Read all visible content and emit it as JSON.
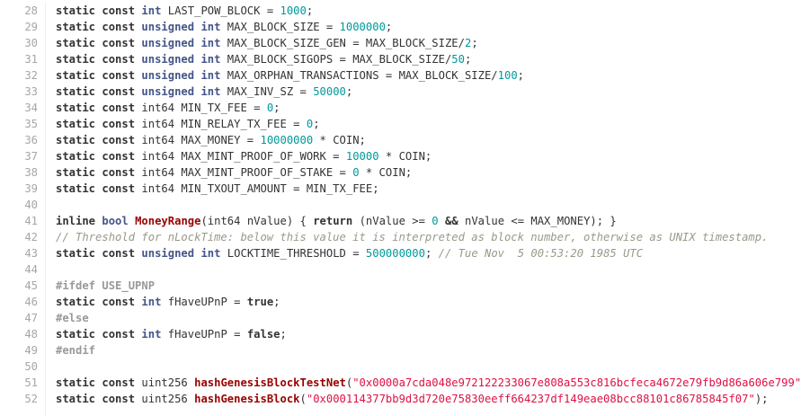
{
  "editor": {
    "lines": [
      {
        "num": "28",
        "tokens": [
          {
            "t": "kw",
            "v": "static"
          },
          {
            "t": "plain",
            "v": " "
          },
          {
            "t": "kw",
            "v": "const"
          },
          {
            "t": "plain",
            "v": " "
          },
          {
            "t": "type",
            "v": "int"
          },
          {
            "t": "plain",
            "v": " LAST_POW_BLOCK = "
          },
          {
            "t": "num",
            "v": "1000"
          },
          {
            "t": "plain",
            "v": ";"
          }
        ]
      },
      {
        "num": "29",
        "tokens": [
          {
            "t": "kw",
            "v": "static"
          },
          {
            "t": "plain",
            "v": " "
          },
          {
            "t": "kw",
            "v": "const"
          },
          {
            "t": "plain",
            "v": " "
          },
          {
            "t": "type",
            "v": "unsigned"
          },
          {
            "t": "plain",
            "v": " "
          },
          {
            "t": "type",
            "v": "int"
          },
          {
            "t": "plain",
            "v": " MAX_BLOCK_SIZE = "
          },
          {
            "t": "num",
            "v": "1000000"
          },
          {
            "t": "plain",
            "v": ";"
          }
        ]
      },
      {
        "num": "30",
        "tokens": [
          {
            "t": "kw",
            "v": "static"
          },
          {
            "t": "plain",
            "v": " "
          },
          {
            "t": "kw",
            "v": "const"
          },
          {
            "t": "plain",
            "v": " "
          },
          {
            "t": "type",
            "v": "unsigned"
          },
          {
            "t": "plain",
            "v": " "
          },
          {
            "t": "type",
            "v": "int"
          },
          {
            "t": "plain",
            "v": " MAX_BLOCK_SIZE_GEN = MAX_BLOCK_SIZE/"
          },
          {
            "t": "num",
            "v": "2"
          },
          {
            "t": "plain",
            "v": ";"
          }
        ]
      },
      {
        "num": "31",
        "tokens": [
          {
            "t": "kw",
            "v": "static"
          },
          {
            "t": "plain",
            "v": " "
          },
          {
            "t": "kw",
            "v": "const"
          },
          {
            "t": "plain",
            "v": " "
          },
          {
            "t": "type",
            "v": "unsigned"
          },
          {
            "t": "plain",
            "v": " "
          },
          {
            "t": "type",
            "v": "int"
          },
          {
            "t": "plain",
            "v": " MAX_BLOCK_SIGOPS = MAX_BLOCK_SIZE/"
          },
          {
            "t": "num",
            "v": "50"
          },
          {
            "t": "plain",
            "v": ";"
          }
        ]
      },
      {
        "num": "32",
        "tokens": [
          {
            "t": "kw",
            "v": "static"
          },
          {
            "t": "plain",
            "v": " "
          },
          {
            "t": "kw",
            "v": "const"
          },
          {
            "t": "plain",
            "v": " "
          },
          {
            "t": "type",
            "v": "unsigned"
          },
          {
            "t": "plain",
            "v": " "
          },
          {
            "t": "type",
            "v": "int"
          },
          {
            "t": "plain",
            "v": " MAX_ORPHAN_TRANSACTIONS = MAX_BLOCK_SIZE/"
          },
          {
            "t": "num",
            "v": "100"
          },
          {
            "t": "plain",
            "v": ";"
          }
        ]
      },
      {
        "num": "33",
        "tokens": [
          {
            "t": "kw",
            "v": "static"
          },
          {
            "t": "plain",
            "v": " "
          },
          {
            "t": "kw",
            "v": "const"
          },
          {
            "t": "plain",
            "v": " "
          },
          {
            "t": "type",
            "v": "unsigned"
          },
          {
            "t": "plain",
            "v": " "
          },
          {
            "t": "type",
            "v": "int"
          },
          {
            "t": "plain",
            "v": " MAX_INV_SZ = "
          },
          {
            "t": "num",
            "v": "50000"
          },
          {
            "t": "plain",
            "v": ";"
          }
        ]
      },
      {
        "num": "34",
        "tokens": [
          {
            "t": "kw",
            "v": "static"
          },
          {
            "t": "plain",
            "v": " "
          },
          {
            "t": "kw",
            "v": "const"
          },
          {
            "t": "plain",
            "v": " int64 MIN_TX_FEE = "
          },
          {
            "t": "num",
            "v": "0"
          },
          {
            "t": "plain",
            "v": ";"
          }
        ]
      },
      {
        "num": "35",
        "tokens": [
          {
            "t": "kw",
            "v": "static"
          },
          {
            "t": "plain",
            "v": " "
          },
          {
            "t": "kw",
            "v": "const"
          },
          {
            "t": "plain",
            "v": " int64 MIN_RELAY_TX_FEE = "
          },
          {
            "t": "num",
            "v": "0"
          },
          {
            "t": "plain",
            "v": ";"
          }
        ]
      },
      {
        "num": "36",
        "tokens": [
          {
            "t": "kw",
            "v": "static"
          },
          {
            "t": "plain",
            "v": " "
          },
          {
            "t": "kw",
            "v": "const"
          },
          {
            "t": "plain",
            "v": " int64 MAX_MONEY = "
          },
          {
            "t": "num",
            "v": "10000000"
          },
          {
            "t": "plain",
            "v": " * COIN;"
          }
        ]
      },
      {
        "num": "37",
        "tokens": [
          {
            "t": "kw",
            "v": "static"
          },
          {
            "t": "plain",
            "v": " "
          },
          {
            "t": "kw",
            "v": "const"
          },
          {
            "t": "plain",
            "v": " int64 MAX_MINT_PROOF_OF_WORK = "
          },
          {
            "t": "num",
            "v": "10000"
          },
          {
            "t": "plain",
            "v": " * COIN;"
          }
        ]
      },
      {
        "num": "38",
        "tokens": [
          {
            "t": "kw",
            "v": "static"
          },
          {
            "t": "plain",
            "v": " "
          },
          {
            "t": "kw",
            "v": "const"
          },
          {
            "t": "plain",
            "v": " int64 MAX_MINT_PROOF_OF_STAKE = "
          },
          {
            "t": "num",
            "v": "0"
          },
          {
            "t": "plain",
            "v": " * COIN;"
          }
        ]
      },
      {
        "num": "39",
        "tokens": [
          {
            "t": "kw",
            "v": "static"
          },
          {
            "t": "plain",
            "v": " "
          },
          {
            "t": "kw",
            "v": "const"
          },
          {
            "t": "plain",
            "v": " int64 MIN_TXOUT_AMOUNT = MIN_TX_FEE;"
          }
        ]
      },
      {
        "num": "40",
        "tokens": []
      },
      {
        "num": "41",
        "tokens": [
          {
            "t": "kw",
            "v": "inline"
          },
          {
            "t": "plain",
            "v": " "
          },
          {
            "t": "type",
            "v": "bool"
          },
          {
            "t": "plain",
            "v": " "
          },
          {
            "t": "fn",
            "v": "MoneyRange"
          },
          {
            "t": "plain",
            "v": "(int64 nValue) { "
          },
          {
            "t": "kw",
            "v": "return"
          },
          {
            "t": "plain",
            "v": " (nValue >= "
          },
          {
            "t": "num",
            "v": "0"
          },
          {
            "t": "plain",
            "v": " "
          },
          {
            "t": "kw",
            "v": "&&"
          },
          {
            "t": "plain",
            "v": " nValue <= MAX_MONEY); }"
          }
        ]
      },
      {
        "num": "42",
        "tokens": [
          {
            "t": "com",
            "v": "// Threshold for nLockTime: below this value it is interpreted as block number, otherwise as UNIX timestamp."
          }
        ]
      },
      {
        "num": "43",
        "tokens": [
          {
            "t": "kw",
            "v": "static"
          },
          {
            "t": "plain",
            "v": " "
          },
          {
            "t": "kw",
            "v": "const"
          },
          {
            "t": "plain",
            "v": " "
          },
          {
            "t": "type",
            "v": "unsigned"
          },
          {
            "t": "plain",
            "v": " "
          },
          {
            "t": "type",
            "v": "int"
          },
          {
            "t": "plain",
            "v": " LOCKTIME_THRESHOLD = "
          },
          {
            "t": "num",
            "v": "500000000"
          },
          {
            "t": "plain",
            "v": "; "
          },
          {
            "t": "com",
            "v": "// Tue Nov  5 00:53:20 1985 UTC"
          }
        ]
      },
      {
        "num": "44",
        "tokens": []
      },
      {
        "num": "45",
        "tokens": [
          {
            "t": "pre",
            "v": "#ifdef USE_UPNP"
          }
        ]
      },
      {
        "num": "46",
        "tokens": [
          {
            "t": "kw",
            "v": "static"
          },
          {
            "t": "plain",
            "v": " "
          },
          {
            "t": "kw",
            "v": "const"
          },
          {
            "t": "plain",
            "v": " "
          },
          {
            "t": "type",
            "v": "int"
          },
          {
            "t": "plain",
            "v": " fHaveUPnP = "
          },
          {
            "t": "kw",
            "v": "true"
          },
          {
            "t": "plain",
            "v": ";"
          }
        ]
      },
      {
        "num": "47",
        "tokens": [
          {
            "t": "pre",
            "v": "#else"
          }
        ]
      },
      {
        "num": "48",
        "tokens": [
          {
            "t": "kw",
            "v": "static"
          },
          {
            "t": "plain",
            "v": " "
          },
          {
            "t": "kw",
            "v": "const"
          },
          {
            "t": "plain",
            "v": " "
          },
          {
            "t": "type",
            "v": "int"
          },
          {
            "t": "plain",
            "v": " fHaveUPnP = "
          },
          {
            "t": "kw",
            "v": "false"
          },
          {
            "t": "plain",
            "v": ";"
          }
        ]
      },
      {
        "num": "49",
        "tokens": [
          {
            "t": "pre",
            "v": "#endif"
          }
        ]
      },
      {
        "num": "50",
        "tokens": []
      },
      {
        "num": "51",
        "tokens": [
          {
            "t": "kw",
            "v": "static"
          },
          {
            "t": "plain",
            "v": " "
          },
          {
            "t": "kw",
            "v": "const"
          },
          {
            "t": "plain",
            "v": " uint256 "
          },
          {
            "t": "fn",
            "v": "hashGenesisBlockTestNet"
          },
          {
            "t": "plain",
            "v": "("
          },
          {
            "t": "str",
            "v": "\"0x0000a7cda048e972122233067e808a553c816bcfeca4672e79fb9d86a606e799\""
          },
          {
            "t": "plain",
            "v": ");"
          }
        ]
      },
      {
        "num": "52",
        "tokens": [
          {
            "t": "kw",
            "v": "static"
          },
          {
            "t": "plain",
            "v": " "
          },
          {
            "t": "kw",
            "v": "const"
          },
          {
            "t": "plain",
            "v": " uint256 "
          },
          {
            "t": "fn",
            "v": "hashGenesisBlock"
          },
          {
            "t": "plain",
            "v": "("
          },
          {
            "t": "str",
            "v": "\"0x000114377bb9d3d720e75830eeff664237df149eae08bcc88101c86785845f07\""
          },
          {
            "t": "plain",
            "v": ");"
          }
        ]
      }
    ]
  }
}
